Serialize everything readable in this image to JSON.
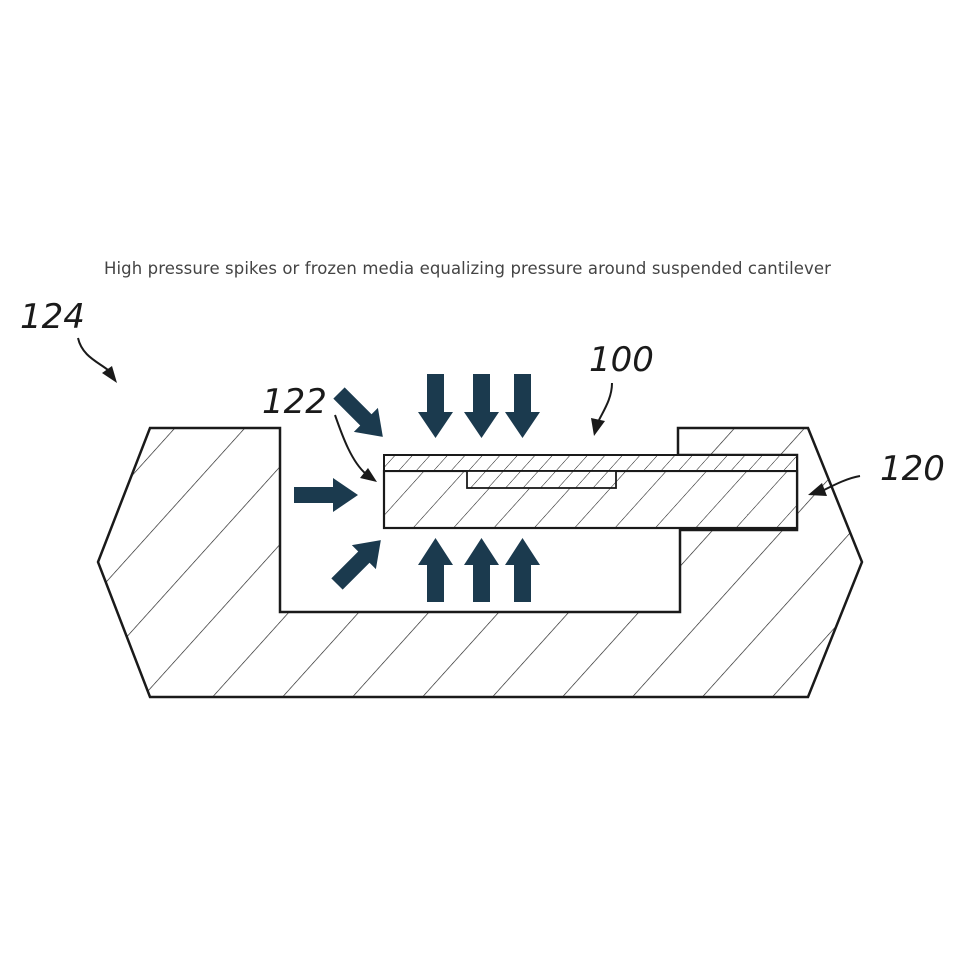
{
  "caption": "High pressure spikes or frozen media equalizing pressure around suspended cantilever",
  "labels": {
    "housing": "124",
    "gap": "122",
    "cantilever": "100",
    "substrate": "120"
  },
  "colors": {
    "arrow": "#1b3a4e",
    "line": "#1a1a1a",
    "background": "#ffffff"
  }
}
